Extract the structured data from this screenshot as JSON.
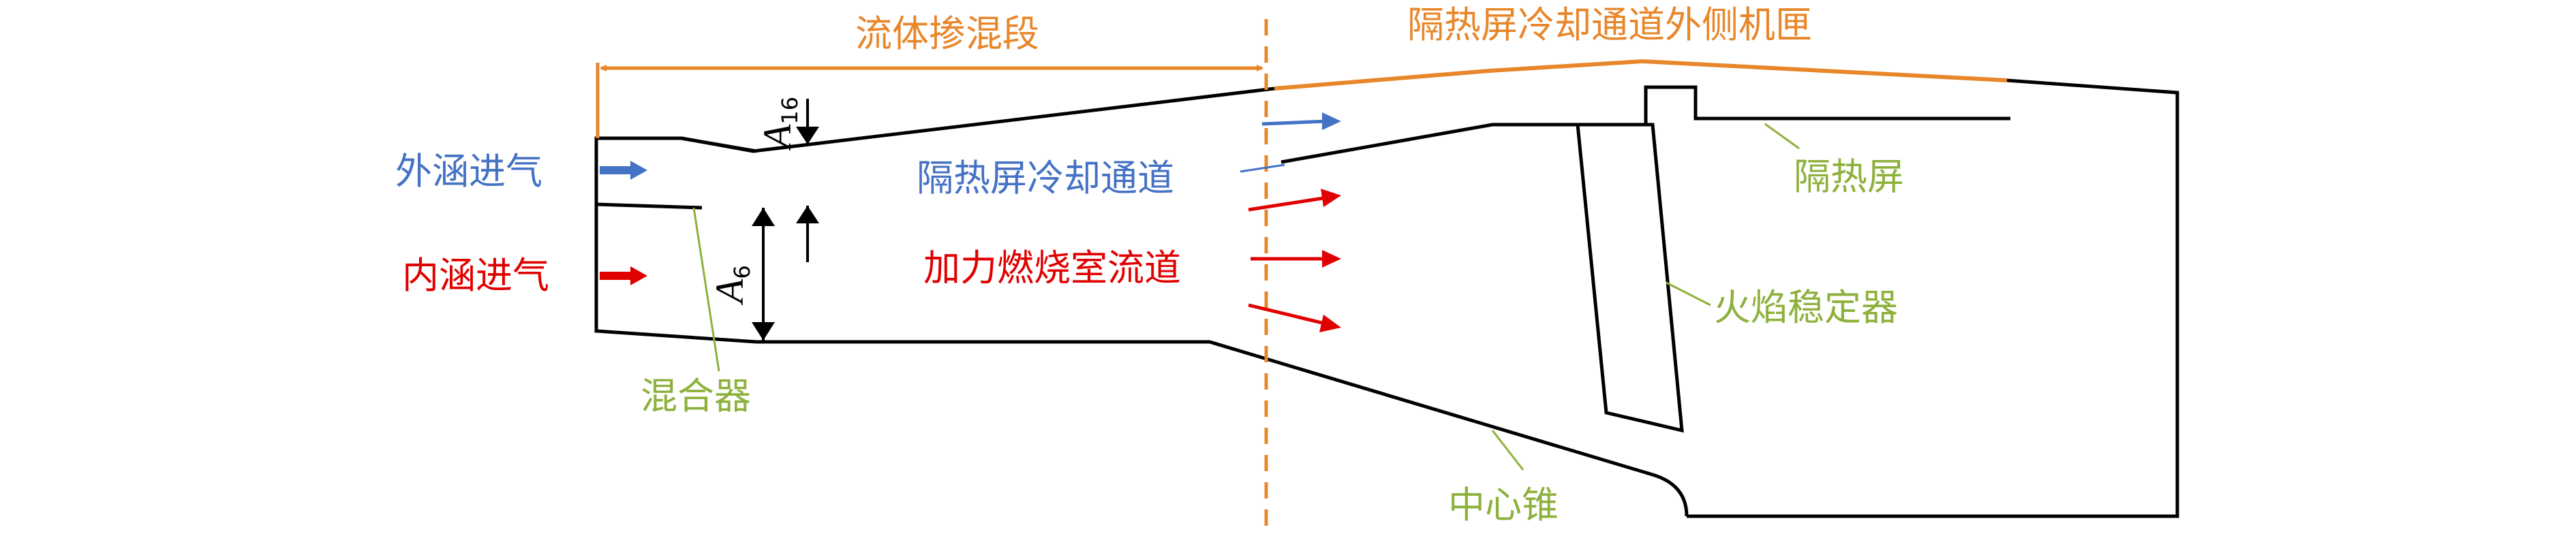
{
  "labels": {
    "mixing_section": "流体掺混段",
    "casing": "隔热屏冷却通道外侧机匣",
    "bypass_inlet": "外涵进气",
    "core_inlet": "内涵进气",
    "cooling_channel": "隔热屏冷却通道",
    "afterburner_channel": "加力燃烧室流道",
    "heat_shield": "隔热屏",
    "flame_holder": "火焰稳定器",
    "mixer": "混合器",
    "center_cone": "中心锥"
  },
  "dims": {
    "a16": {
      "symbol": "A",
      "subscript": "16"
    },
    "a6": {
      "symbol": "A",
      "subscript": "6"
    }
  },
  "colors": {
    "orange": "#E8862A",
    "blue": "#4472C4",
    "red": "#E00000",
    "green": "#8DB13C",
    "outline": "#000000"
  }
}
